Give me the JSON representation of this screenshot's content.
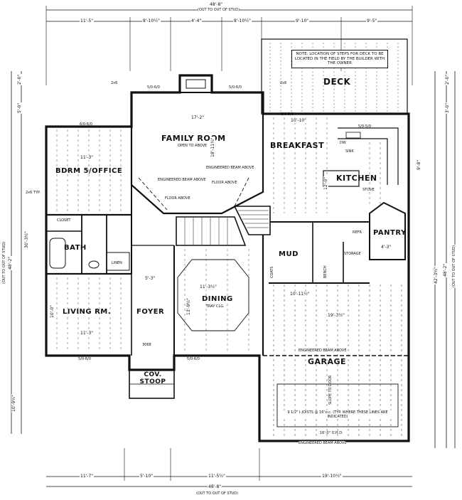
{
  "overall": {
    "top_total": "48'-8\"",
    "top_total_sub": "(OUT TO OUT OF STUD)",
    "bottom_total": "48'-8\"",
    "bottom_total_sub": "(OUT TO OUT OF STUD)",
    "left_total": "48'-2\"",
    "left_total_sub": "(OUT TO OUT OF STUD)",
    "right_total": "48'-2\"",
    "right_total_sub": "(OUT TO OUT OF STUD)"
  },
  "dims_top": [
    "11'-5\"",
    "8'-10½\"",
    "4'-4\"",
    "8'-10½\"",
    "9'-10\"",
    "9'-5\""
  ],
  "dims_bottom": [
    "11'-7\"",
    "5'-10\"",
    "11'-5½\"",
    "19'-10½\""
  ],
  "dims_left": [
    "2'-0\"",
    "5'-0\"",
    "30'-3½\"",
    "10'-9½\""
  ],
  "dims_right": [
    "2'-0\"",
    "3'-0\"",
    "9'-8\"",
    "42'-3½\""
  ],
  "rooms": {
    "family": {
      "name": "FAMILY ROOM",
      "note": "OPEN TO ABOVE",
      "dim": "17'-2\"",
      "dim2": "18'-11½\""
    },
    "breakfast": {
      "name": "BREAKFAST",
      "dim": "10'-10\""
    },
    "deck": {
      "name": "DECK",
      "note": "NOTE: LOCATION OF STEPS FOR DECK TO BE LOCATED IN THE FIELD BY THE BUILDER WITH THE OWNER"
    },
    "kitchen": {
      "name": "KITCHEN",
      "dim": "12'-0\"",
      "stove": "STOVE",
      "sink": "SINK",
      "dw": "DW"
    },
    "bedroom": {
      "name": "BDRM 5/OFFICE",
      "dim": "11'-3\"",
      "closet": "CLOSET"
    },
    "bath": {
      "name": "BATH",
      "linen": "LINEN"
    },
    "living": {
      "name": "LIVING RM.",
      "dim": "11'-3\"",
      "dim2": "10'-0\""
    },
    "foyer": {
      "name": "FOYER",
      "dim": "5'-3\""
    },
    "dining": {
      "name": "DINING",
      "note": "TRAY CLG.",
      "dim": "11'-3½\"",
      "dim2": "13'-9½\""
    },
    "mud": {
      "name": "MUD",
      "coats": "COATS",
      "bench": "BENCH",
      "storage": "STORAGE",
      "dim": "10'-11½\""
    },
    "pantry": {
      "name": "PANTRY",
      "refr": "REFR",
      "dim": "4'-3\""
    },
    "garage": {
      "name": "GARAGE",
      "note": "ENGINEERED BEAM ABOVE",
      "dim": "19'-3½\"",
      "slope": "SLOPE TO DOOR",
      "joists": "9 1/2\" I-JOISTS @ 16\"o.c. (TYP. WHERE THESE LINES ARE INDICATED)",
      "door": "16'-0\" O.H.D.",
      "beam2": "ENGINEERED BEAM ABOVE"
    },
    "stoop": {
      "name": "COV. STOOP"
    }
  },
  "annotations": {
    "eng_beam_1": "ENGINEERED BEAM ABOVE",
    "eng_beam_2": "ENGINEERED BEAM ABOVE",
    "floor_above_1": "FLOOR ABOVE",
    "floor_above_2": "FLOOR ABOVE",
    "windows": [
      "2x6",
      "5/0-6/0",
      "5/0-6/0",
      "2x6",
      "8/0-5/0",
      "5/0-5/0",
      "6/0-6/0",
      "5/0-6/0",
      "5/0-6/0",
      "3068"
    ],
    "typ": "2x6 TYP."
  }
}
